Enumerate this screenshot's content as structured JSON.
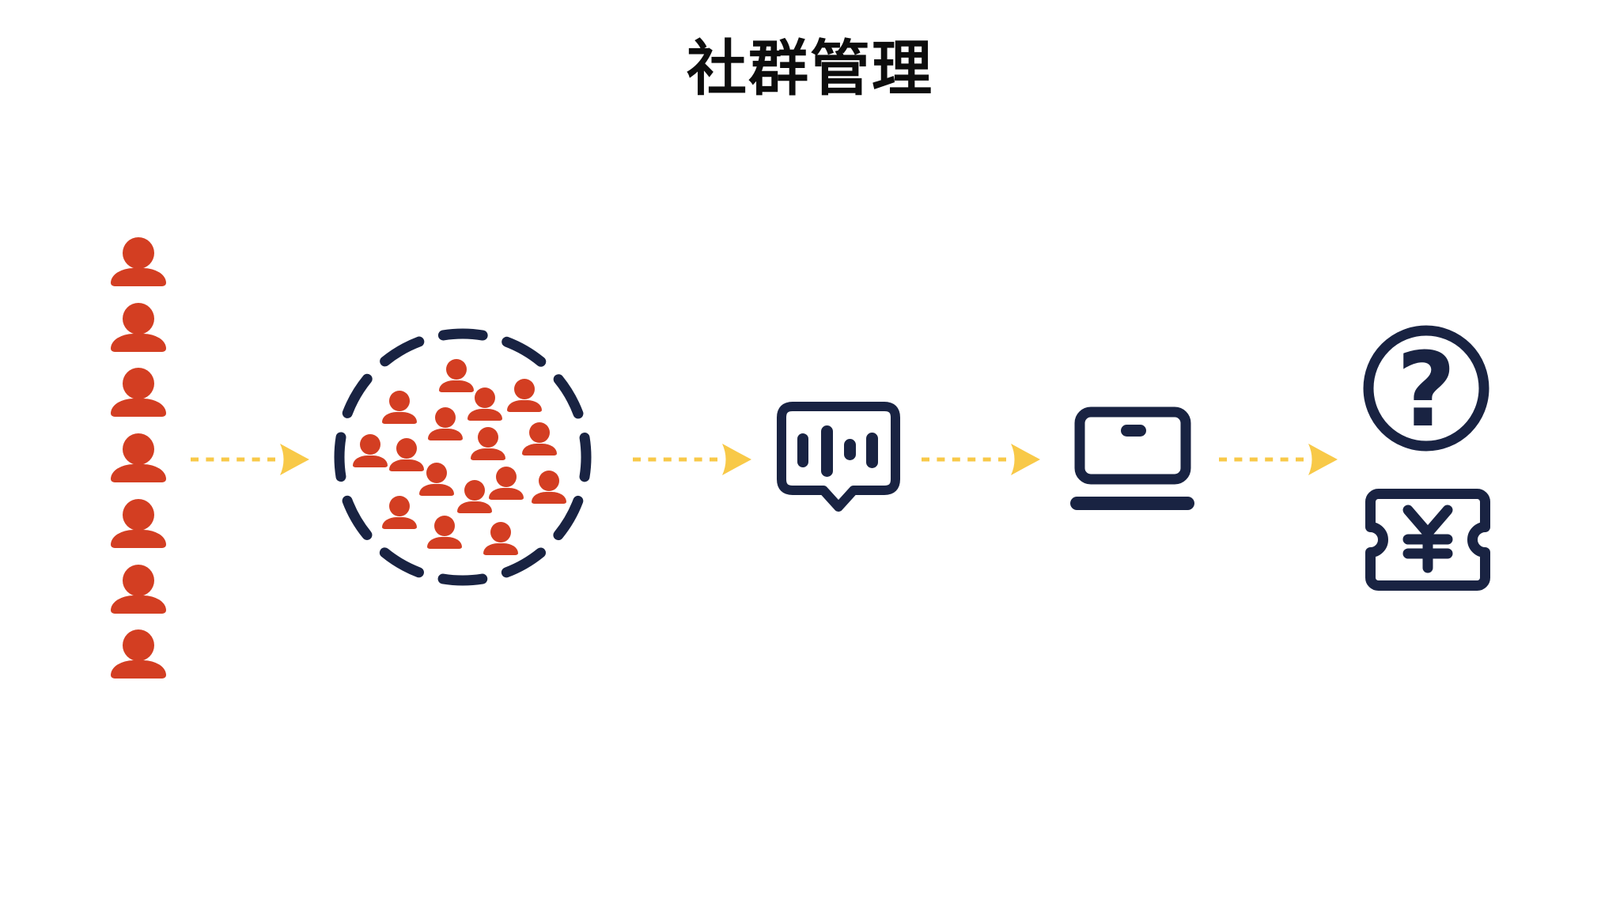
{
  "title": "社群管理",
  "colors": {
    "person_red": "#D33E22",
    "icon_navy": "#192342",
    "arrow_yellow": "#F8C948",
    "title_black": "#0D0D0D",
    "background": "#FFFFFF"
  },
  "flow": {
    "individuals": {
      "icon": "person-icon",
      "count": 7
    },
    "community": {
      "icon": "community-circle",
      "member_icon": "member-icon",
      "member_count": 16
    },
    "steps": [
      {
        "icon": "chat-feedback-icon"
      },
      {
        "icon": "laptop-icon"
      }
    ],
    "outcomes": [
      {
        "icon": "question-mark-icon",
        "glyph": "?"
      },
      {
        "icon": "yen-ticket-icon",
        "glyph": "¥"
      }
    ],
    "arrows": {
      "icon": "flow-arrow-icon",
      "count": 4
    }
  }
}
